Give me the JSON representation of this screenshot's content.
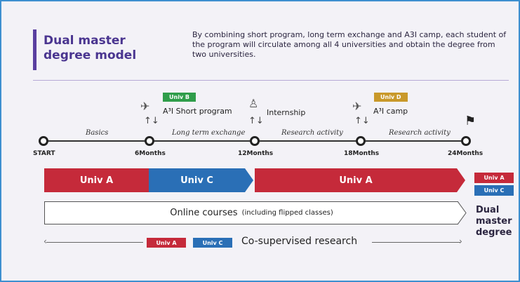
{
  "header": {
    "title": "Dual master degree model",
    "description": "By combining short program, long term exchange and A3I camp, each student of the program will circulate among all 4 universities and obtain the degree from two universities."
  },
  "timeline": {
    "ticks": [
      "START",
      "6Months",
      "12Months",
      "18Months",
      "24Months"
    ],
    "segments": [
      "Basics",
      "Long term exchange",
      "Research activity",
      "Research activity"
    ],
    "events": {
      "short_program": {
        "badge": "Univ B",
        "label": "A³I Short program"
      },
      "internship": {
        "label": "Internship"
      },
      "camp": {
        "badge": "Univ D",
        "label": "A³I camp"
      }
    }
  },
  "bars": {
    "seg1": "Univ A",
    "seg2": "Univ C",
    "seg3": "Univ A"
  },
  "legend": {
    "a": "Univ A",
    "c": "Univ C"
  },
  "online": {
    "main": "Online courses",
    "note": "(including flipped classes)"
  },
  "result": {
    "line1": "Dual",
    "line2": "master",
    "line3": "degree"
  },
  "cosupervised": {
    "a": "Univ A",
    "c": "Univ C",
    "text": "Co-supervised research"
  },
  "colors": {
    "univ_a": "#c52a3a",
    "univ_c": "#2a6fb6",
    "univ_b": "#2f9d4a",
    "univ_d": "#c9992a",
    "accent": "#4a3590"
  },
  "icons": {
    "plane": "airplane-icon",
    "person": "person-icon",
    "flag": "flag-icon"
  }
}
